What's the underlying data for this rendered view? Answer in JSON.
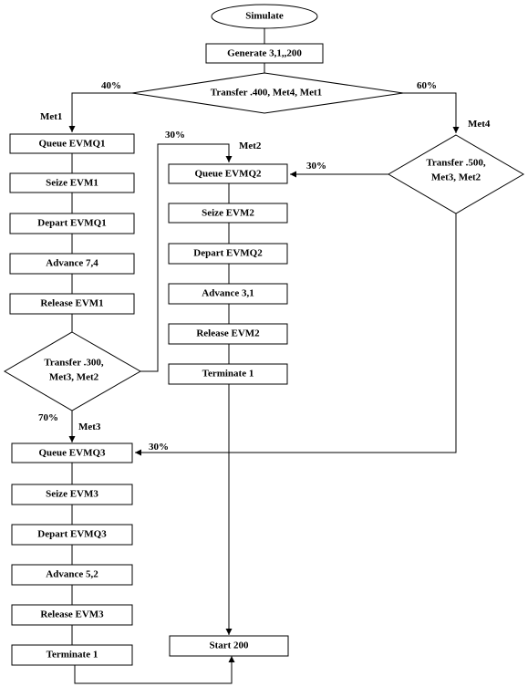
{
  "nodes": {
    "simulate": "Simulate",
    "generate": "Generate 3,1,,200",
    "transfer_400": "Transfer .400, Met4, Met1",
    "queue_evmq1": "Queue EVMQ1",
    "seize_evm1": "Seize EVM1",
    "depart_evmq1": "Depart EVMQ1",
    "advance_7_4": "Advance 7,4",
    "release_evm1": "Release EVM1",
    "transfer_300_l1": "Transfer .300,",
    "transfer_300_l2": "Met3, Met2",
    "queue_evmq2": "Queue EVMQ2",
    "seize_evm2": "Seize EVM2",
    "depart_evmq2": "Depart EVMQ2",
    "advance_3_1": "Advance 3,1",
    "release_evm2": "Release EVM2",
    "terminate_1a": "Terminate 1",
    "transfer_500_l1": "Transfer .500,",
    "transfer_500_l2": "Met3, Met2",
    "queue_evmq3": "Queue EVMQ3",
    "seize_evm3": "Seize EVM3",
    "depart_evmq3": "Depart EVMQ3",
    "advance_5_2": "Advance 5,2",
    "release_evm3": "Release EVM3",
    "terminate_1b": "Terminate 1",
    "start_200": "Start 200"
  },
  "edge_labels": {
    "p40": "40%",
    "p60": "60%",
    "met1": "Met1",
    "met4": "Met4",
    "p30_met2": "30%",
    "met2": "Met2",
    "p30_evmq2": "30%",
    "p70": "70%",
    "met3": "Met3",
    "p30_evmq3": "30%"
  }
}
